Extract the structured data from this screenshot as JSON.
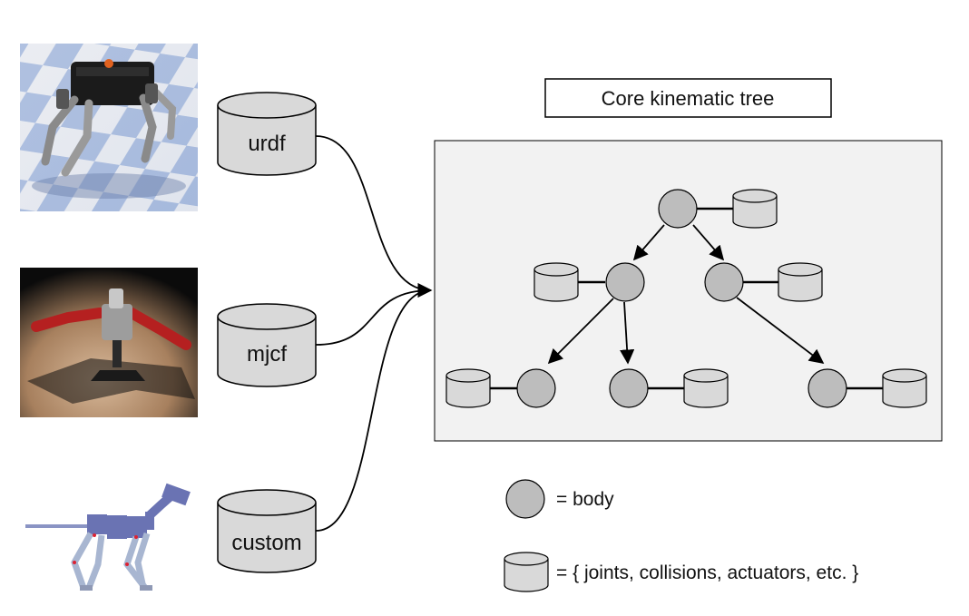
{
  "title": "Core kinematic tree",
  "sources": [
    {
      "label": "urdf",
      "image": "quadruped-robot-render"
    },
    {
      "label": "mjcf",
      "image": "humanoid-arm-robot-render"
    },
    {
      "label": "custom",
      "image": "stick-figure-dog-model"
    }
  ],
  "legend": {
    "body_text": "= body",
    "data_text": "= { joints, collisions, actuators, etc. }"
  },
  "colors": {
    "node_fill": "#bdbdbd",
    "cylinder_fill": "#d9d9d9",
    "panel_fill": "#f2f2f2",
    "stroke": "#000000"
  }
}
